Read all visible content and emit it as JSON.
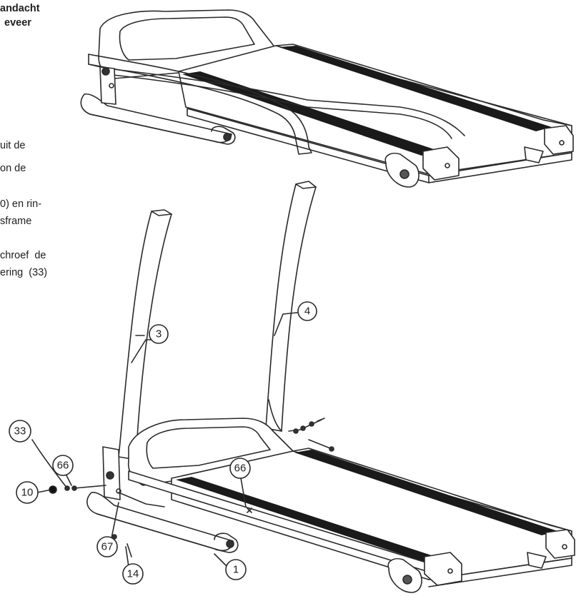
{
  "heading": {
    "line1": "andacht",
    "line2": "eveer"
  },
  "body_text": [
    "uit de",
    "on de",
    "0) en rin-",
    "sframe",
    "chroef  de",
    "ering  (33)"
  ],
  "callouts": [
    "3",
    "4",
    "33",
    "66",
    "10",
    "66",
    "67",
    "14",
    "1"
  ]
}
